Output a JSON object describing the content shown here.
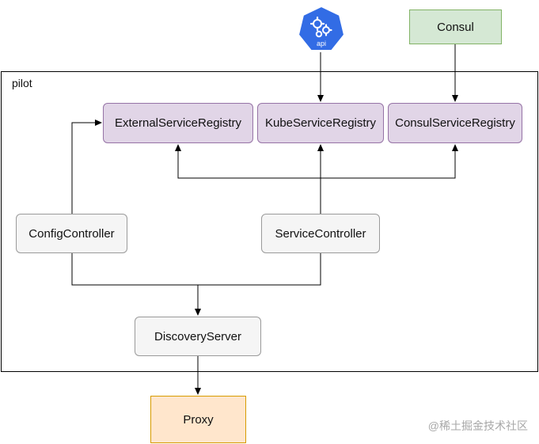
{
  "group": {
    "label": "pilot"
  },
  "nodes": {
    "api_icon_label": "api",
    "consul": "Consul",
    "external_registry": "ExternalServiceRegistry",
    "kube_registry": "KubeServiceRegistry",
    "consul_registry": "ConsulServiceRegistry",
    "config_controller": "ConfigController",
    "service_controller": "ServiceController",
    "discovery_server": "DiscoveryServer",
    "proxy": "Proxy"
  },
  "watermark": "@稀土掘金技术社区",
  "colors": {
    "registry_fill": "#e1d5e7",
    "registry_stroke": "#9673a6",
    "controller_fill": "#f5f5f5",
    "consul_fill": "#d5e8d4",
    "consul_stroke": "#82b366",
    "proxy_fill": "#ffe6cc",
    "proxy_stroke": "#d79b00",
    "kubernetes_blue": "#326ce5"
  },
  "icons": {
    "api_server": "kubernetes-api-icon"
  }
}
